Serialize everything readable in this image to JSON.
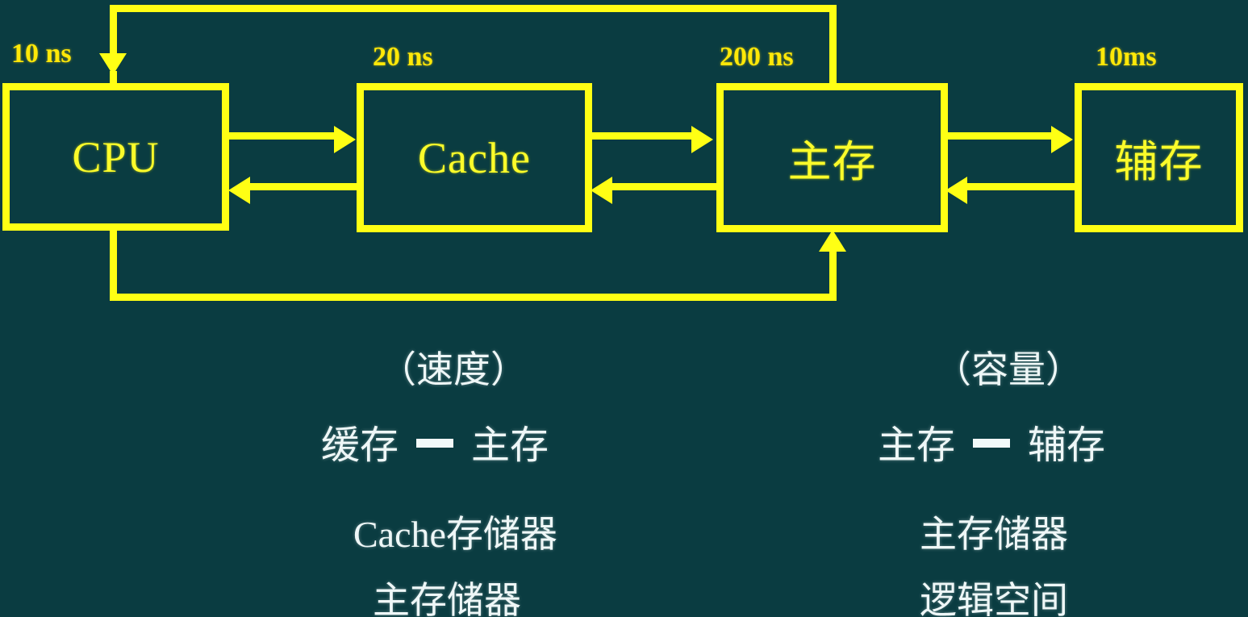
{
  "diagram": {
    "title": "Memory hierarchy block diagram",
    "background_color": "#0a3c41",
    "line_color": "#ffff14",
    "box_label_color": "#fbfb2a",
    "legend_text_color": "#eef7f7",
    "nodes": [
      {
        "id": "cpu",
        "label": "CPU",
        "timing": "10 ns"
      },
      {
        "id": "cache",
        "label": "Cache",
        "timing": "20 ns"
      },
      {
        "id": "mainmemory",
        "label": "主存",
        "timing": "200 ns"
      },
      {
        "id": "auxstorage",
        "label": "辅存",
        "timing": "10ms"
      }
    ]
  },
  "legend": {
    "left": {
      "heading": "（速度）",
      "pair_from": "缓存",
      "pair_to": "主存",
      "items": [
        "Cache存储器",
        "主存储器"
      ]
    },
    "right": {
      "heading": "（容量）",
      "pair_from": "主存",
      "pair_to": "辅存",
      "items": [
        "主存储器",
        "逻辑空间"
      ]
    }
  }
}
